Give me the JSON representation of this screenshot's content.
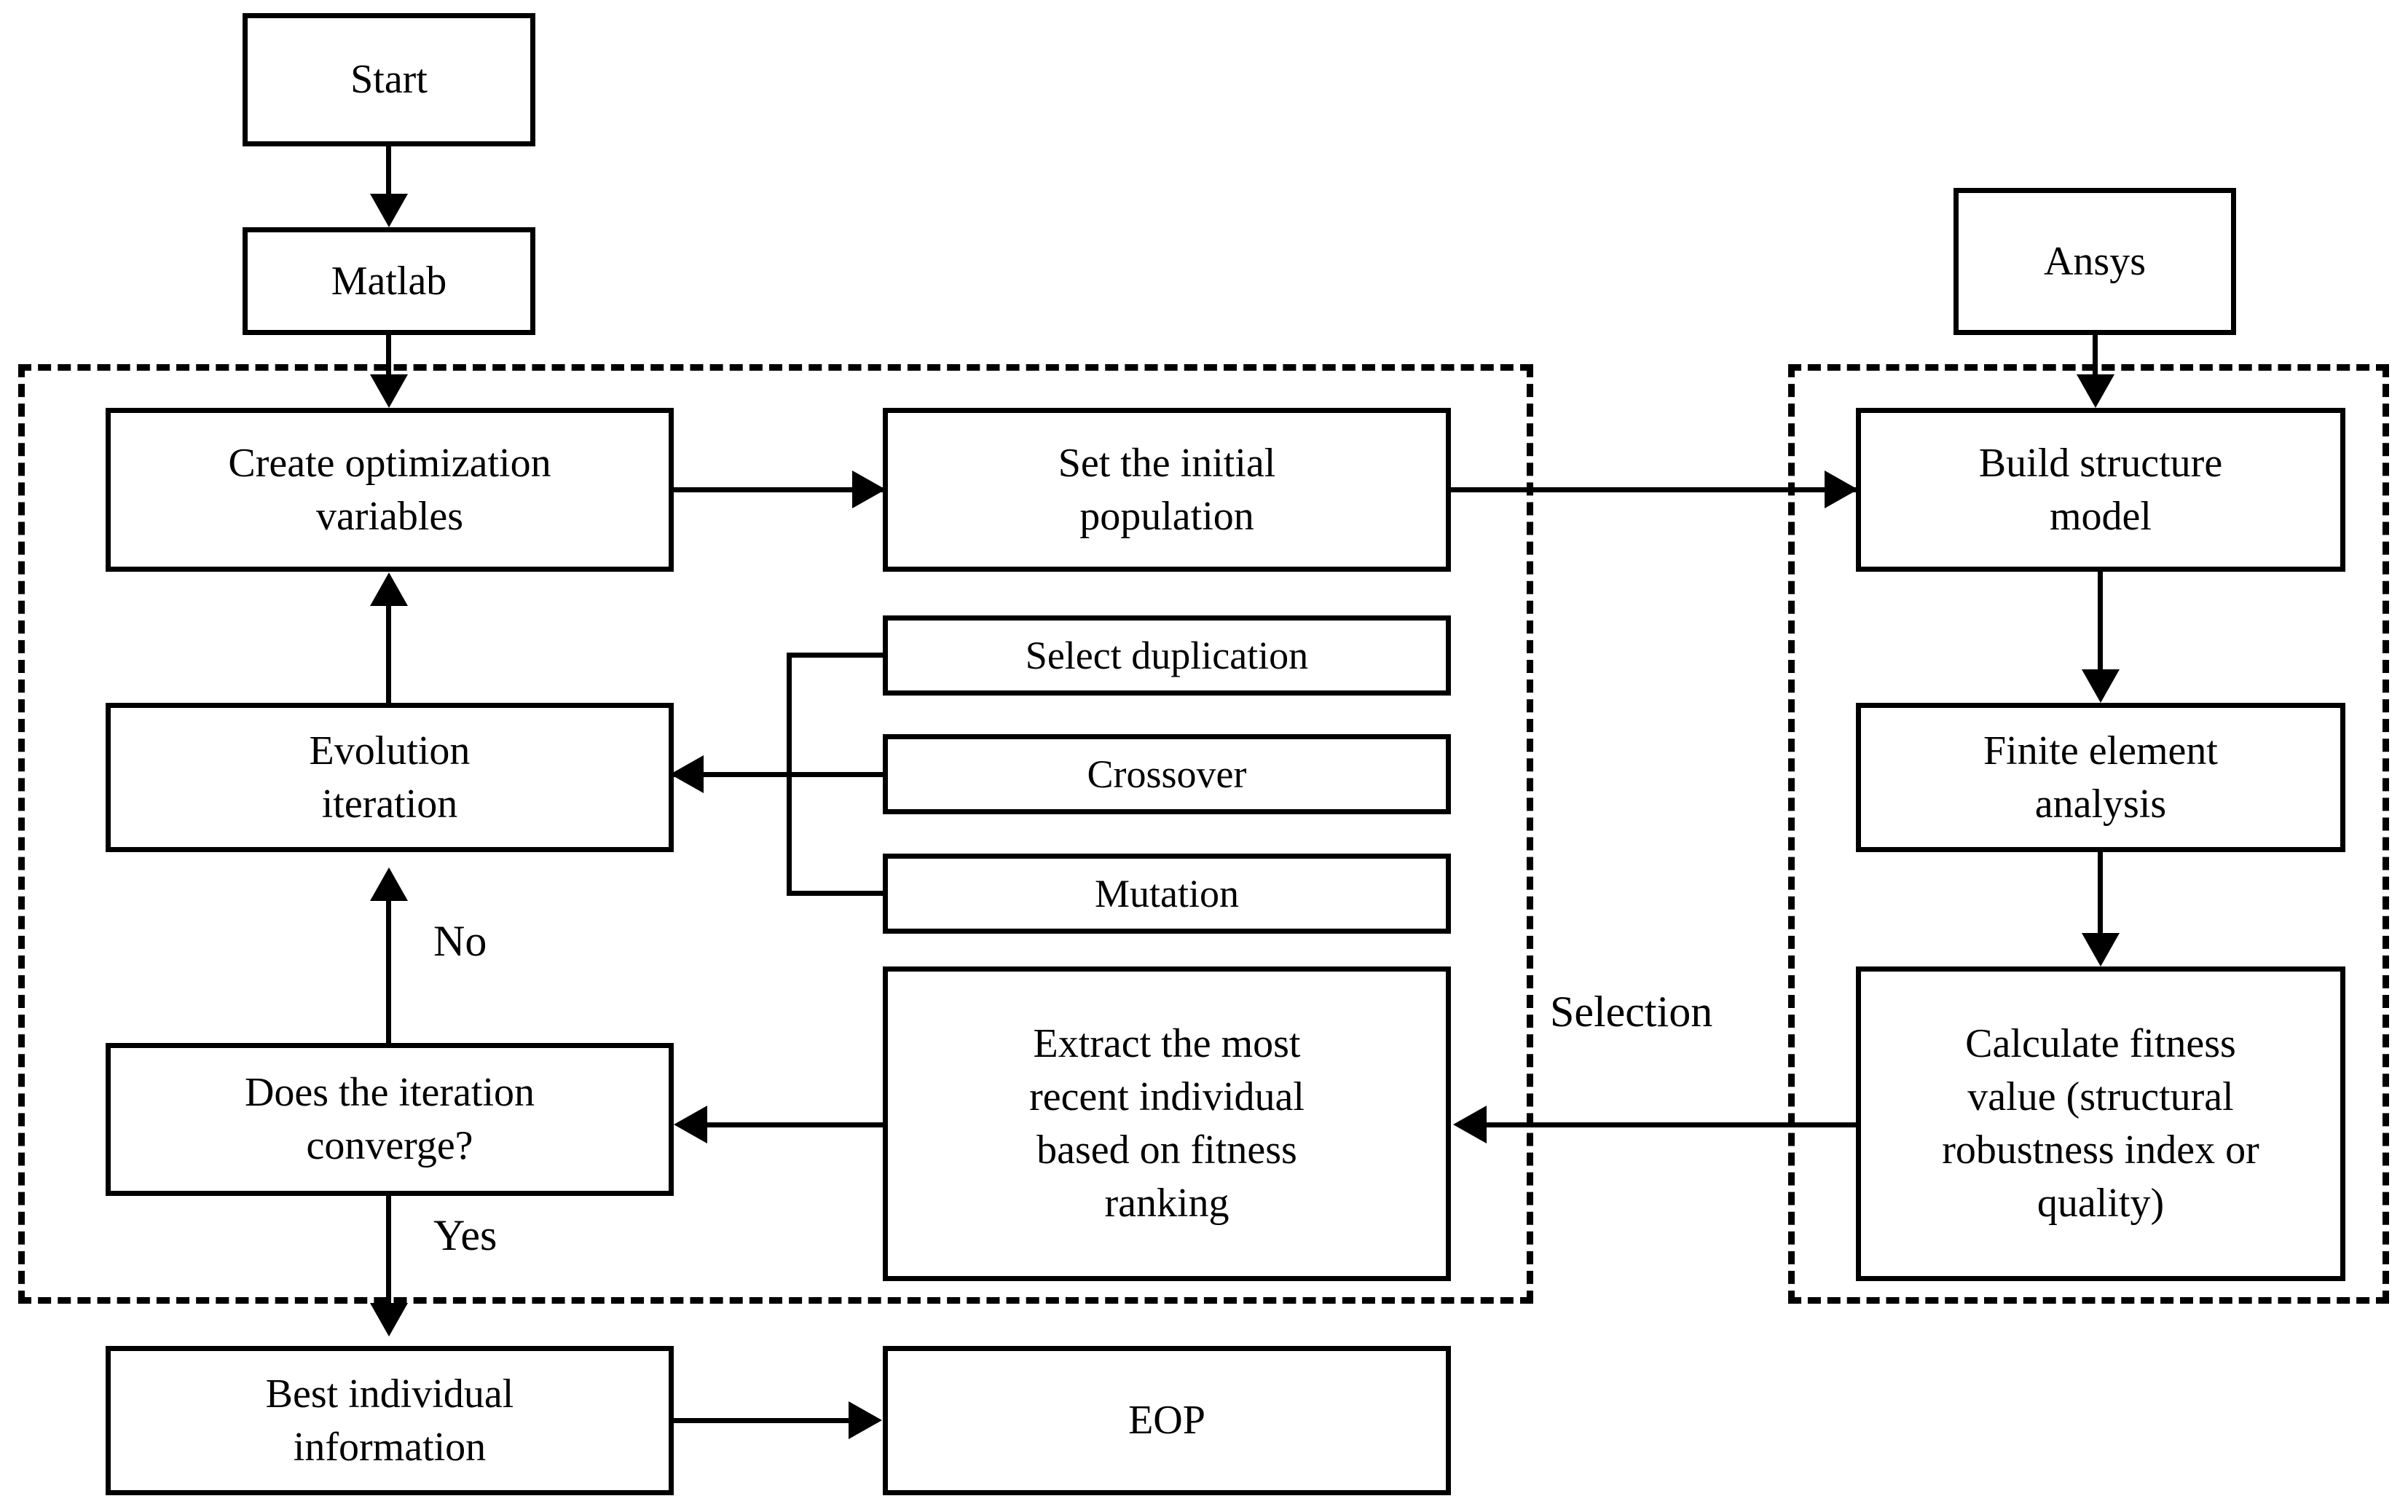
{
  "diagram": {
    "type": "flowchart",
    "title": "Matlab-Ansys genetic algorithm structural optimization flowchart",
    "background_color": "#ffffff",
    "line_color": "#000000"
  },
  "nodes": {
    "start": "Start",
    "matlab": "Matlab",
    "ansys": "Ansys",
    "create_variables_line1": "Create optimization",
    "create_variables_line2": "variables",
    "set_population_line1": "Set the initial",
    "set_population_line2": "population",
    "select_duplication": "Select duplication",
    "crossover": "Crossover",
    "mutation": "Mutation",
    "evolution_line1": "Evolution",
    "evolution_line2": "iteration",
    "converge_line1": "Does the iteration",
    "converge_line2": "converge?",
    "extract_line1": "Extract the most",
    "extract_line2": "recent individual",
    "extract_line3": "based on fitness",
    "extract_line4": "ranking",
    "best_individual_line1": "Best individual",
    "best_individual_line2": "information",
    "eop": "EOP",
    "build_model_line1": "Build structure",
    "build_model_line2": "model",
    "fea_line1": "Finite element",
    "fea_line2": "analysis",
    "fitness_line1": "Calculate fitness",
    "fitness_line2": "value (structural",
    "fitness_line3": "robustness index or",
    "fitness_line4": "quality)"
  },
  "edge_labels": {
    "no": "No",
    "yes": "Yes",
    "selection": "Selection"
  }
}
